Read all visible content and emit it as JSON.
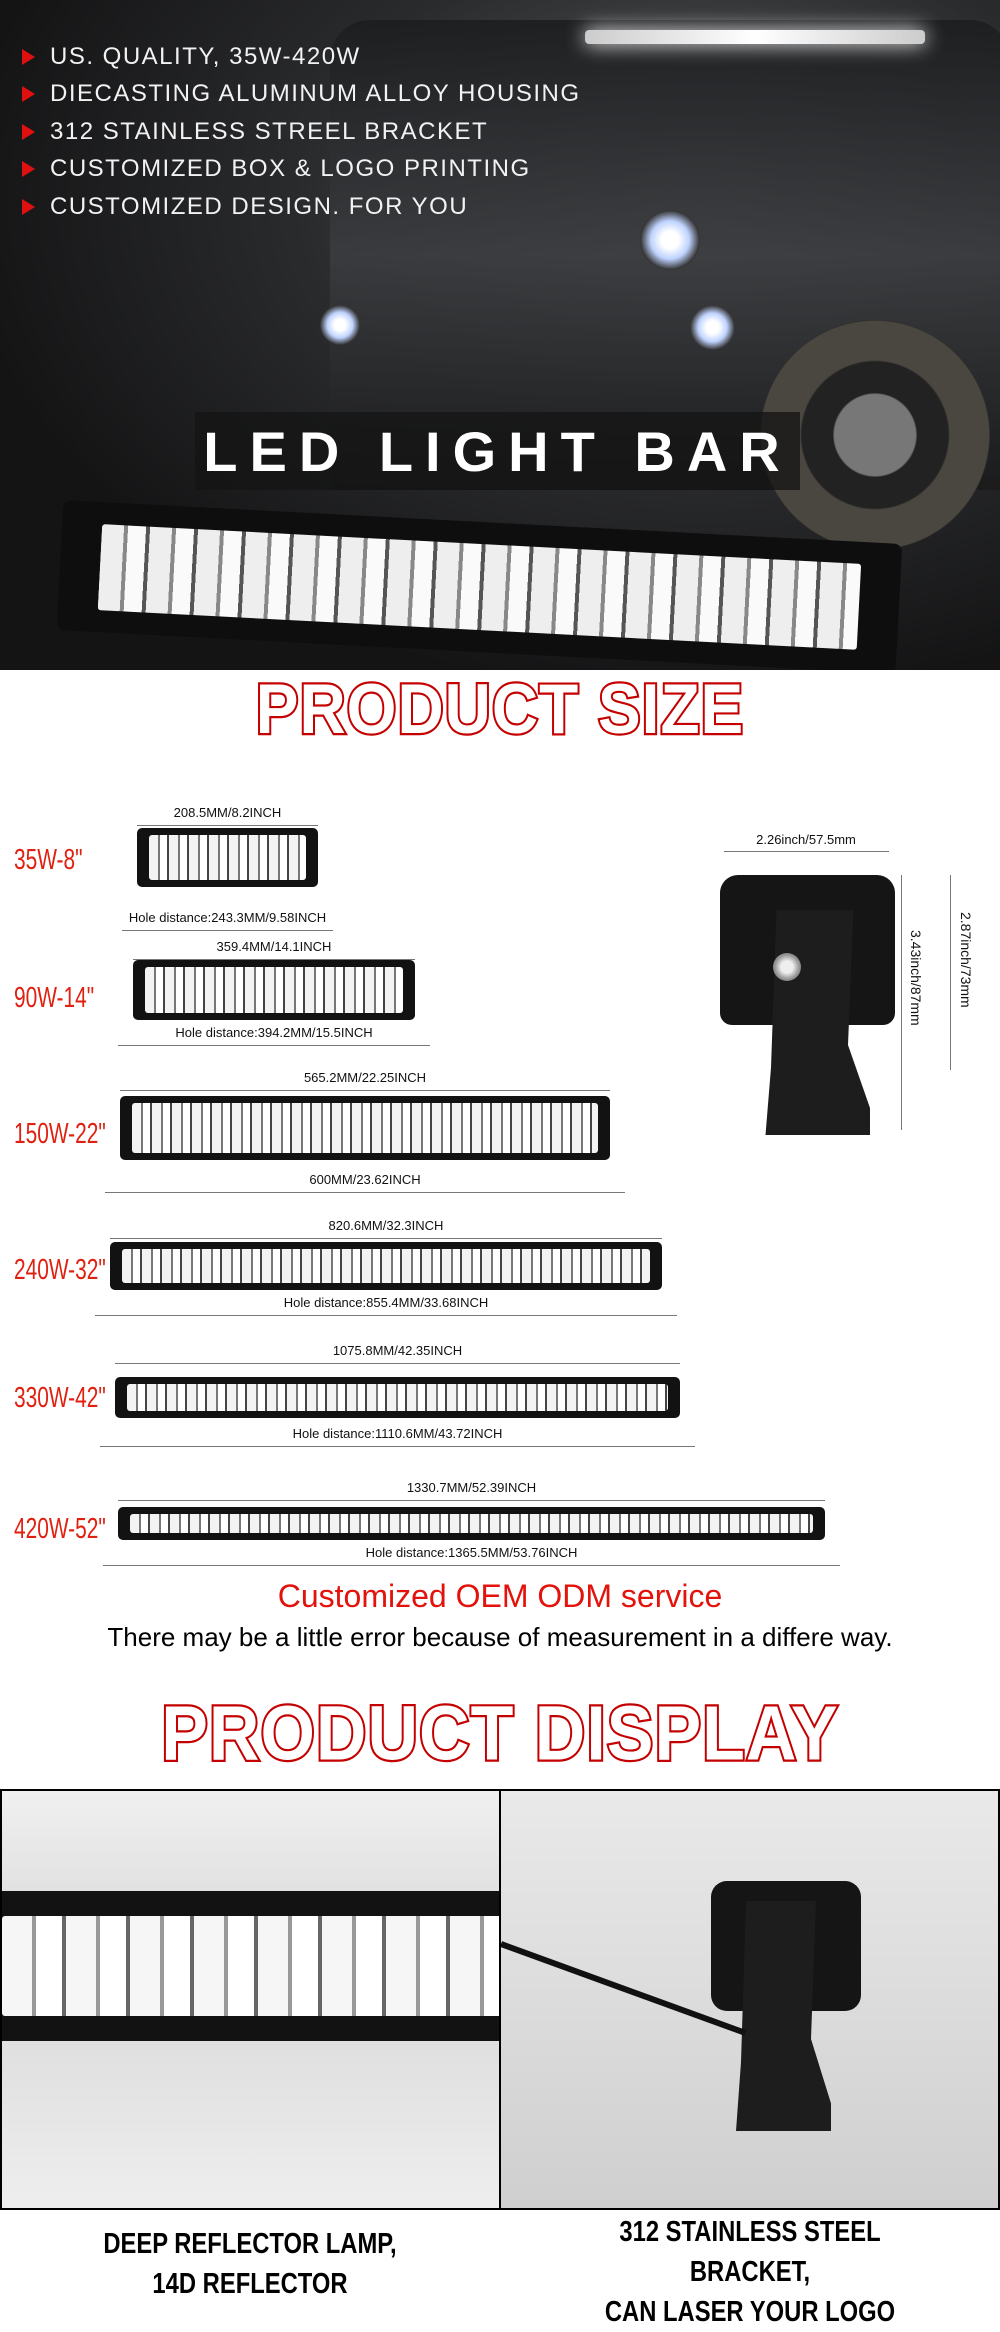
{
  "hero": {
    "bullets": [
      "US. QUALITY, 35W-420W",
      "DIECASTING ALUMINUM ALLOY HOUSING",
      "312 STAINLESS STREEL BRACKET",
      "CUSTOMIZED BOX & LOGO PRINTING",
      "CUSTOMIZED DESIGN. FOR YOU"
    ],
    "banner": "LED LIGHT BAR"
  },
  "size_section": {
    "title": "PRODUCT SIZE",
    "models": [
      {
        "label": "35W-8\"",
        "length": "208.5MM/8.2INCH",
        "hole": "Hole distance:243.3MM/9.58INCH"
      },
      {
        "label": "90W-14\"",
        "length": "359.4MM/14.1INCH",
        "hole": "Hole distance:394.2MM/15.5INCH"
      },
      {
        "label": "150W-22\"",
        "length": "565.2MM/22.25INCH",
        "hole": "600MM/23.62INCH"
      },
      {
        "label": "240W-32\"",
        "length": "820.6MM/32.3INCH",
        "hole": "Hole distance:855.4MM/33.68INCH"
      },
      {
        "label": "330W-42\"",
        "length": "1075.8MM/42.35INCH",
        "hole": "Hole distance:1110.6MM/43.72INCH"
      },
      {
        "label": "420W-52\"",
        "length": "1330.7MM/52.39INCH",
        "hole": "Hole distance:1365.5MM/53.76INCH"
      }
    ],
    "side_view": {
      "width": "2.26inch/57.5mm",
      "height_total": "3.43inch/87mm",
      "height_body": "2.87inch/73mm"
    },
    "oem": "Customized OEM ODM service",
    "disclaimer": "There may be a little error because of measurement in a differe way."
  },
  "display_section": {
    "title": "PRODUCT DISPLAY",
    "captions": [
      [
        "DEEP REFLECTOR LAMP,",
        "14D REFLECTOR"
      ],
      [
        "312 STAINLESS STEEL",
        "BRACKET,",
        "CAN LASER YOUR LOGO"
      ]
    ]
  },
  "colors": {
    "accent_red": "#e02010",
    "title_stroke": "#c40000",
    "hero_bg": "#1c1d1f"
  }
}
